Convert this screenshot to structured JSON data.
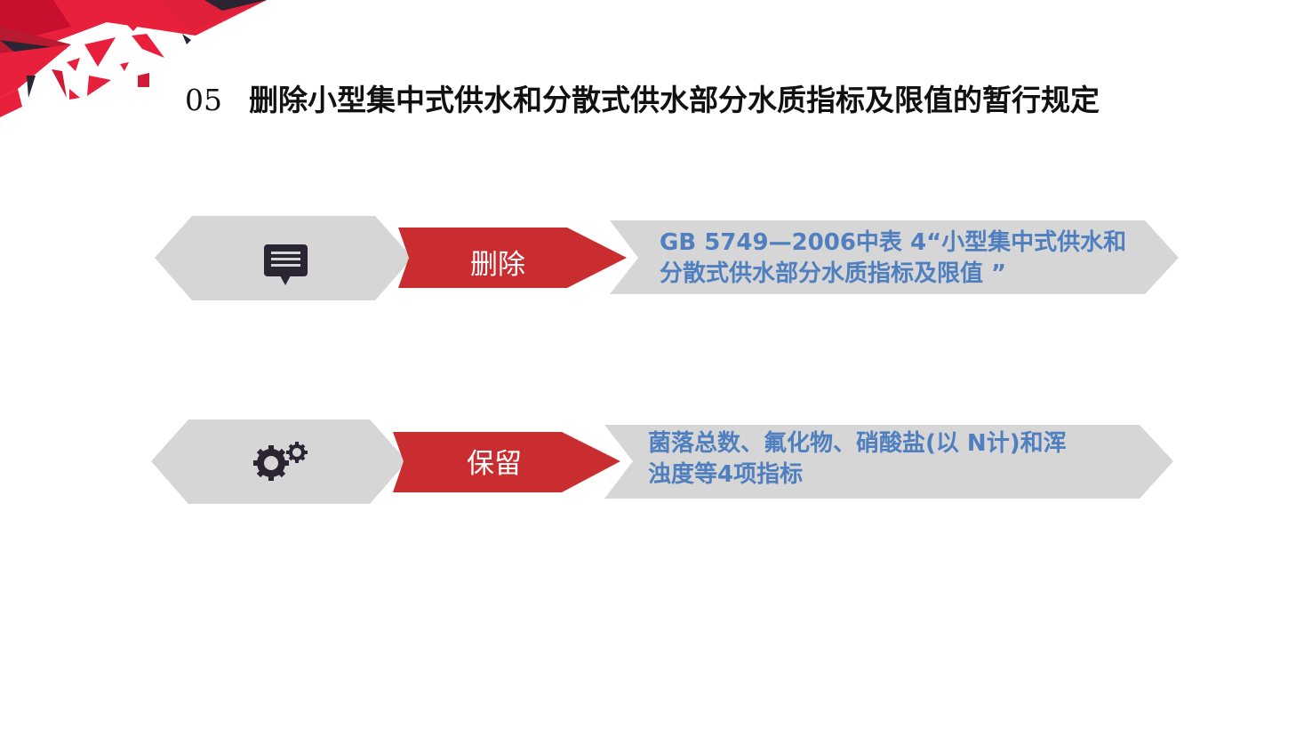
{
  "title": {
    "number": "05",
    "text": "删除小型集中式供水和分散式供水部分水质指标及限值的暂行规定"
  },
  "rows": [
    {
      "icon": "speech-bubble-icon",
      "label": "删除",
      "lines": [
        "GB 5749—2006中表 4“小型集中式供水和",
        "分散式供水部分水质指标及限值 ”"
      ]
    },
    {
      "icon": "gears-icon",
      "label": "保留",
      "lines": [
        "菌落总数、氟化物、硝酸盐(以 N计)和浑",
        "浊度等4项指标"
      ]
    }
  ],
  "colors": {
    "red": "#c92d2f",
    "gray": "#d6d6d6",
    "blue": "#4f7fbf",
    "dark": "#2a2433"
  }
}
